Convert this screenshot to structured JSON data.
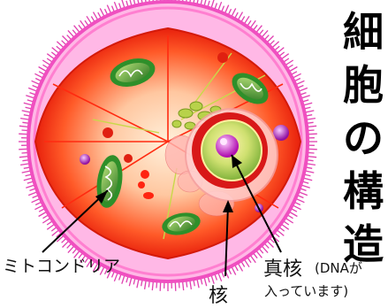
{
  "title_chars": [
    "細",
    "胞",
    "の",
    "構",
    "造"
  ],
  "labels": {
    "mitochondria": "ミトコンドリア",
    "nucleus": "核",
    "nucleolus": "真核",
    "nucleolus_note_line1": "(DNAが",
    "nucleolus_note_line2": "入っています)"
  },
  "colors": {
    "cilia": "#e040b0",
    "membrane": "#f04fc0",
    "cytoplasm_outer": "#ff3a1a",
    "cytoplasm_inner": "#ffe6c8",
    "nucleus_ring": "#cc1010",
    "nucleolus": "#d030c0",
    "organelle_green": "#2f8f2a"
  }
}
